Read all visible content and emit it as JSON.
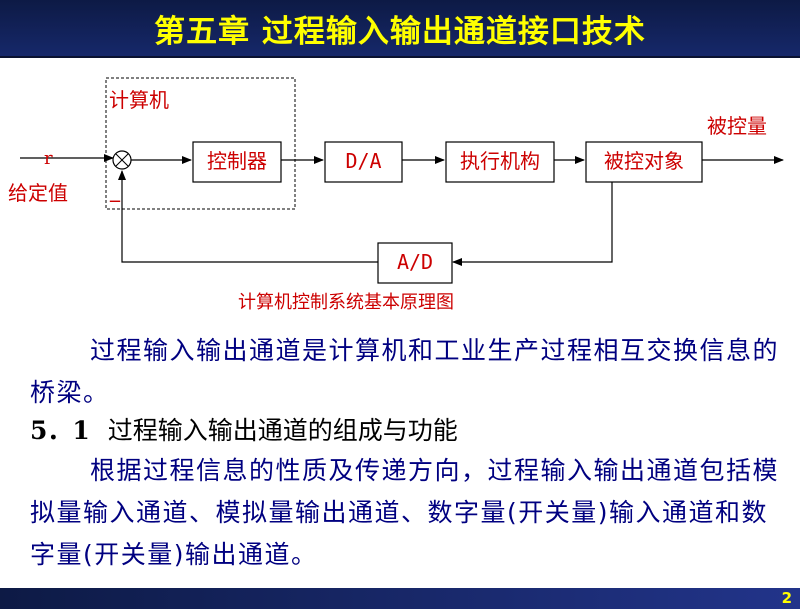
{
  "title": "第五章  过程输入输出通道接口技术",
  "page_number": "2",
  "diagram": {
    "computer_label": "计算机",
    "input_r": "r",
    "setpoint_label": "给定值",
    "minus_sign": "_",
    "blocks": {
      "controller": "控制器",
      "da": "D/A",
      "actuator": "执行机构",
      "plant": "被控对象",
      "ad": "A/D"
    },
    "output_label": "被控量",
    "caption": "计算机控制系统基本原理图"
  },
  "intro_paragraph": "过程输入输出通道是计算机和工业生产过程相互交换信息的桥梁。",
  "section": {
    "number": "5．1",
    "title": "过程输入输出通道的组成与功能"
  },
  "body_paragraph": "根据过程信息的性质及传递方向，过程输入输出通道包括模拟量输入通道、模拟量输出通道、数字量(开关量)输入通道和数字量(开关量)输出通道。",
  "colors": {
    "title_bg": "#16286a",
    "title_text": "#ffff00",
    "diagram_text": "#cc0000",
    "body_text": "#000080"
  }
}
